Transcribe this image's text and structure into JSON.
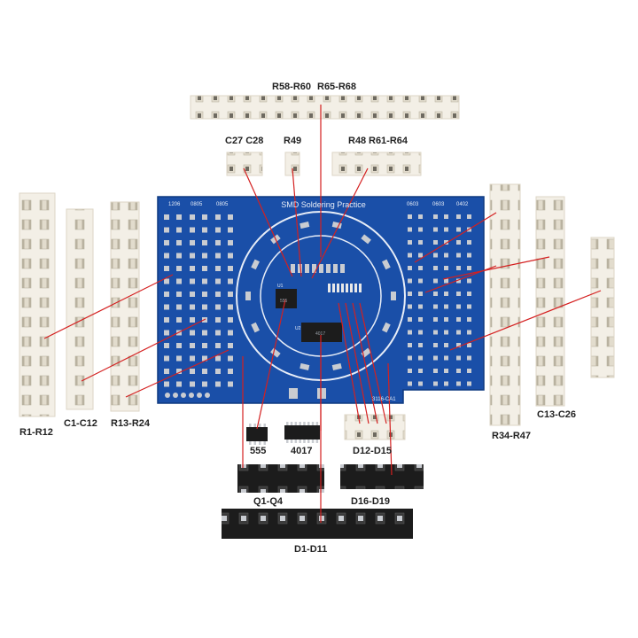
{
  "labels": {
    "r58_r60": "R58-R60",
    "r65_r68": "R65-R68",
    "c27_c28": "C27 C28",
    "r49": "R49",
    "r48": "R48",
    "r61_r64": "R61-R64",
    "r1_r12": "R1-R12",
    "c1_c12": "C1-C12",
    "r13_r24": "R13-R24",
    "r34_r47": "R34-R47",
    "c13_c26": "C13-C26",
    "ic555": "555",
    "ic4017": "4017",
    "d12_d15": "D12-D15",
    "q1_q4": "Q1-Q4",
    "d16_d19": "D16-D19",
    "d1_d11": "D1-D11"
  },
  "pcb": {
    "title": "SMD Soldering Practice",
    "size_1206": "1206",
    "size_0805a": "0805",
    "size_0805b": "0805",
    "size_0603a": "0603",
    "size_0603b": "0603",
    "size_0402": "0402",
    "board_id": "3116-CA1",
    "u1": "U1",
    "u2": "U2",
    "ic_mark_555": "555",
    "ic_mark_4017": "4017"
  },
  "colors": {
    "pcb_blue": "#1a4fa8",
    "pad_silver": "#c9ccd1",
    "tape": "#f2ede4",
    "leader_red": "#d42020",
    "chip_black": "#1c1c1c"
  }
}
